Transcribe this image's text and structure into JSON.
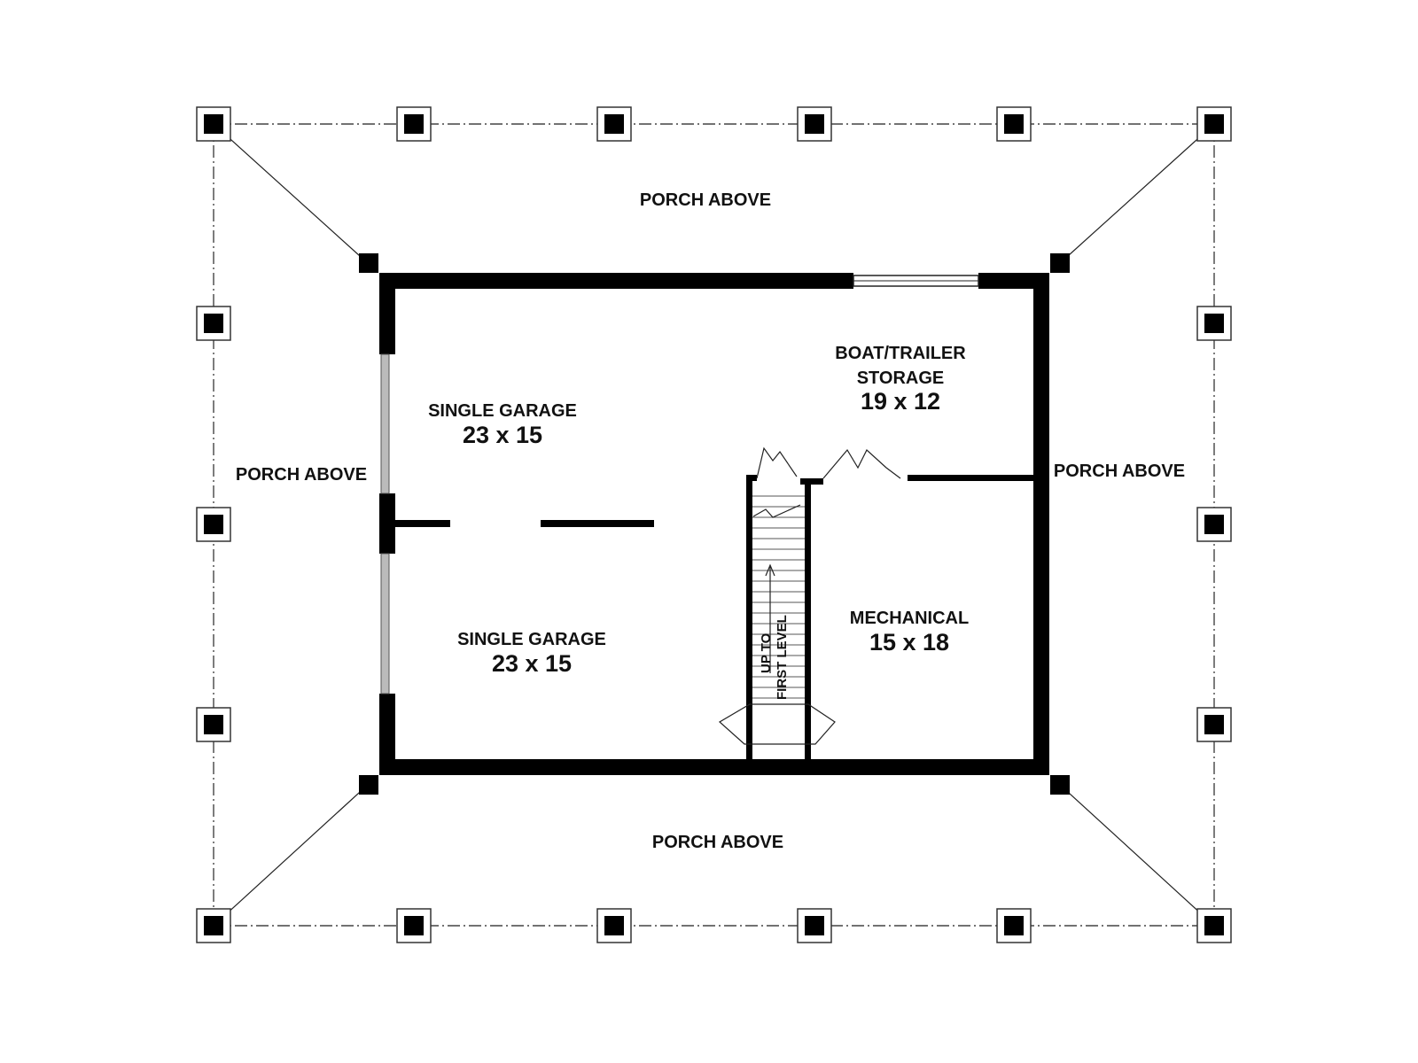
{
  "rooms": {
    "porch_top": "PORCH ABOVE",
    "porch_bottom": "PORCH ABOVE",
    "porch_left": "PORCH ABOVE",
    "porch_right": "PORCH ABOVE",
    "garage_top": {
      "name": "SINGLE GARAGE",
      "size": "23 x 15"
    },
    "garage_bottom": {
      "name": "SINGLE GARAGE",
      "size": "23 x 15"
    },
    "boat_storage": {
      "name_line1": "BOAT/TRAILER",
      "name_line2": "STORAGE",
      "size": "19 x 12"
    },
    "mechanical": {
      "name": "MECHANICAL",
      "size": "15 x 18"
    }
  },
  "stair": {
    "line1": "UP TO",
    "line2": "FIRST LEVEL"
  },
  "colors": {
    "wall": "#000000",
    "line": "#444444",
    "background": "#ffffff"
  }
}
